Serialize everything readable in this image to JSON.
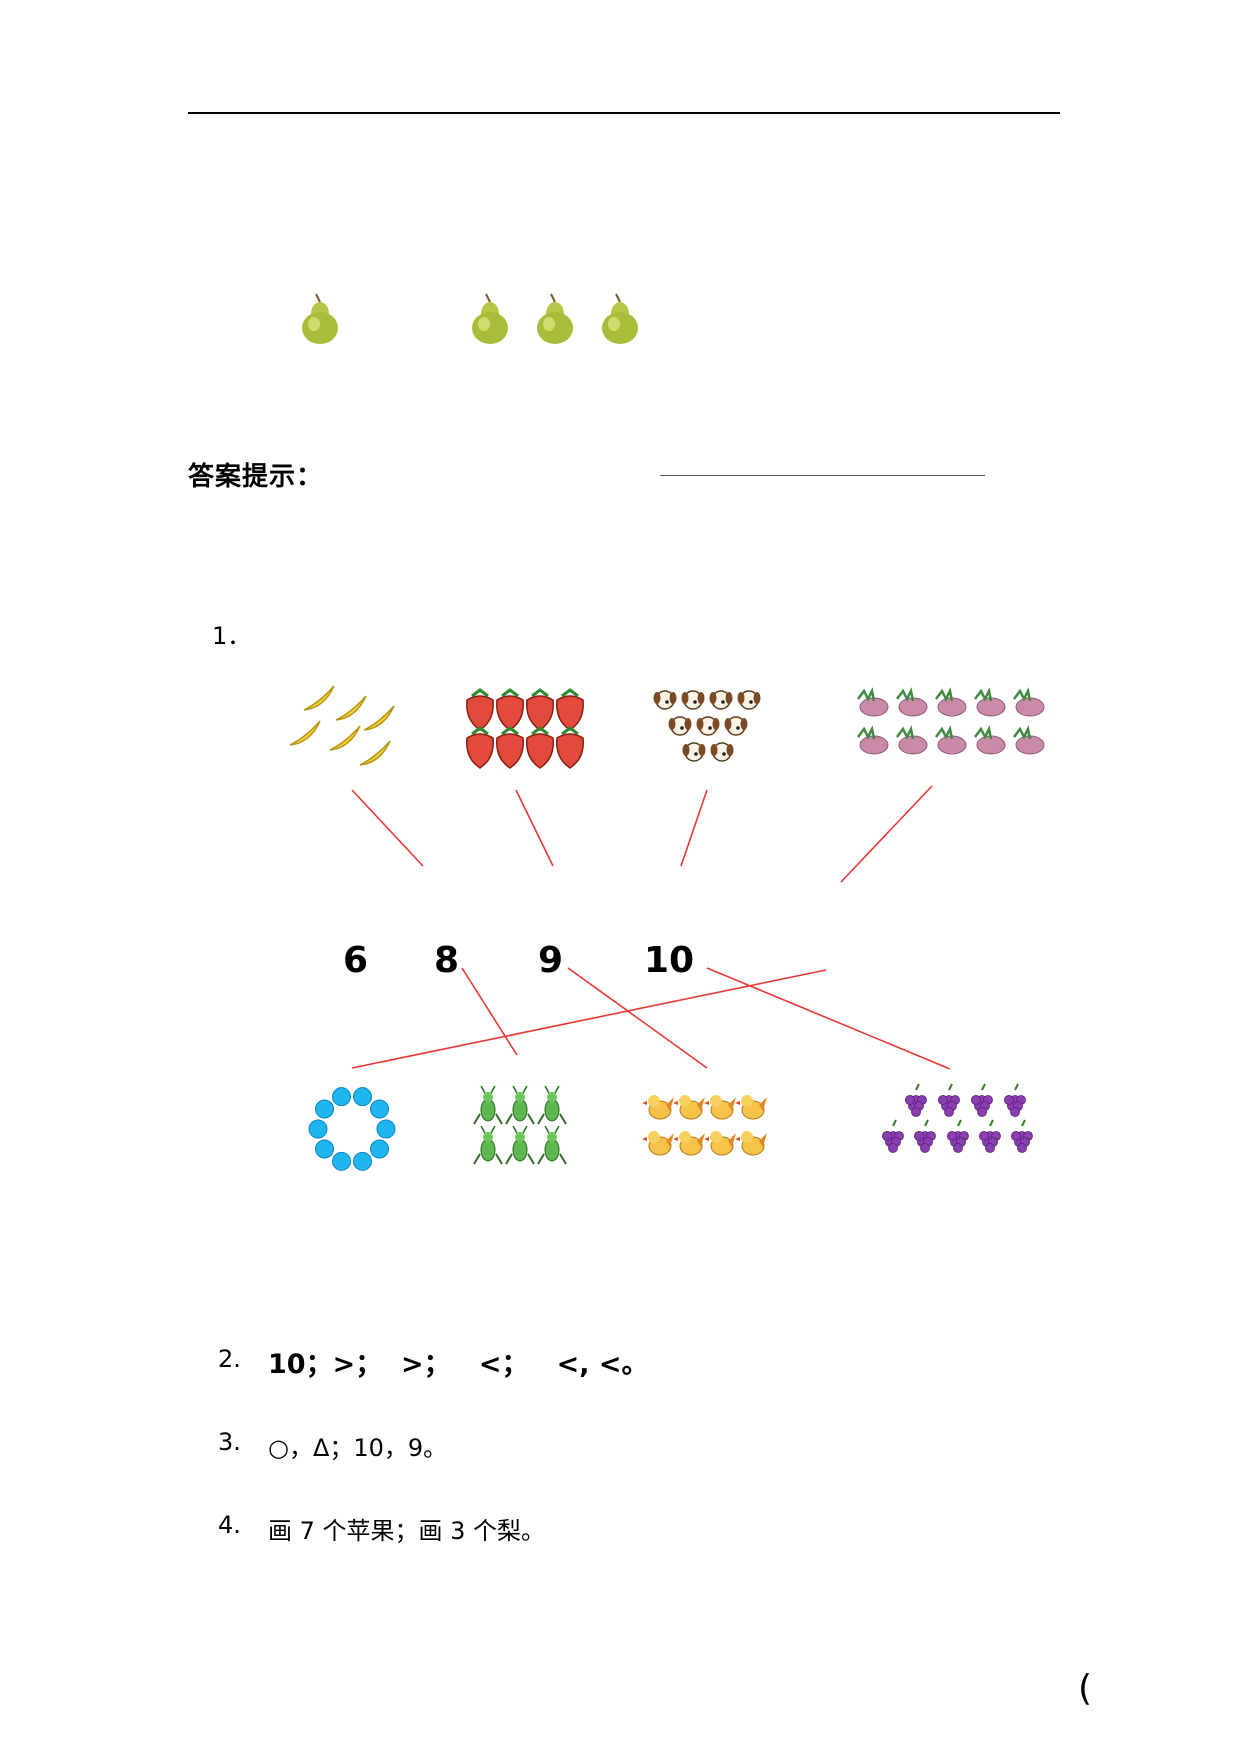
{
  "header": {
    "rule": true
  },
  "pears_row": {
    "groups": [
      1,
      3
    ]
  },
  "section": {
    "heading": "答案提示："
  },
  "q1": {
    "number": "1．",
    "labels": [
      "6",
      "8",
      "9",
      "10"
    ],
    "top_icons": [
      "banana-icon",
      "strawberry-icon",
      "dog-icon",
      "eggplant-icon"
    ],
    "bottom_icons": [
      "bead-ring-icon",
      "grasshopper-icon",
      "chick-icon",
      "grapes-icon"
    ],
    "connector_color": "#e53935"
  },
  "answers": [
    {
      "number": "2.",
      "text": "10；>；  >；   <；   <, <。"
    },
    {
      "number": "3.",
      "text": "○，Δ；10，9。"
    },
    {
      "number": "4.",
      "text": "画 7 个苹果；画 3 个梨。"
    }
  ],
  "footer": {
    "mark": "("
  }
}
